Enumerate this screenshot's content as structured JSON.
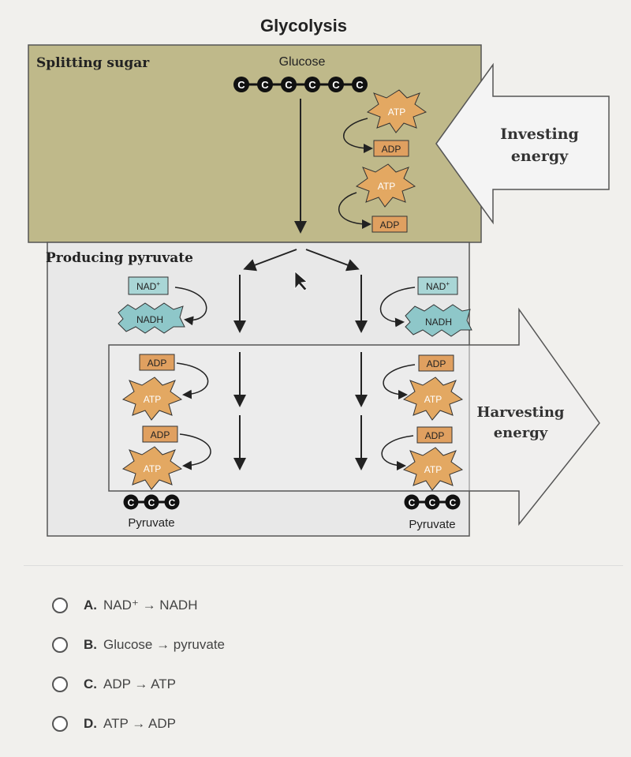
{
  "diagram": {
    "title": "Glycolysis",
    "sections": {
      "splitting": "Splitting sugar",
      "producing": "Producing pyruvate"
    },
    "glucose": {
      "label": "Glucose",
      "atom": "C"
    },
    "pyruvate": {
      "label": "Pyruvate",
      "atom": "C"
    },
    "arrows": {
      "investing_line1": "Investing",
      "investing_line2": "energy",
      "harvesting_line1": "Harvesting",
      "harvesting_line2": "energy"
    },
    "molecules": {
      "atp": "ATP",
      "adp": "ADP",
      "nad": "NAD",
      "nad_sup": "+",
      "nadh": "NADH"
    },
    "colors": {
      "splitting_bg": "#bfb98a",
      "producing_bg": "#e8e8e8",
      "adp_fill": "#e0a060",
      "atp_fill": "#e3a862",
      "nadh_fill": "#8ec7c9",
      "nad_fill": "#a9d6d6"
    }
  },
  "question": {
    "options": [
      {
        "letter": "A.",
        "text": "NAD⁺ → NADH"
      },
      {
        "letter": "B.",
        "text": "Glucose → pyruvate"
      },
      {
        "letter": "C.",
        "text": "ADP → ATP"
      },
      {
        "letter": "D.",
        "text": "ATP → ADP"
      }
    ]
  }
}
